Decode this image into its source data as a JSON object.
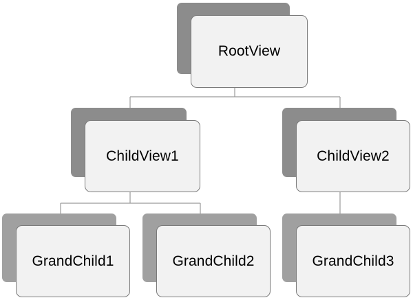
{
  "diagram": {
    "root": {
      "label": "RootView"
    },
    "children": [
      {
        "label": "ChildView1"
      },
      {
        "label": "ChildView2"
      }
    ],
    "grandchildren": [
      {
        "label": "GrandChild1"
      },
      {
        "label": "GrandChild2"
      },
      {
        "label": "GrandChild3"
      }
    ]
  },
  "colors": {
    "card_fill": "#f2f2f2",
    "card_border": "#7a7a7a",
    "shadow_dark": "#8c8c8c",
    "shadow_mid": "#a0a0a0",
    "connector": "#9a9a9a"
  }
}
